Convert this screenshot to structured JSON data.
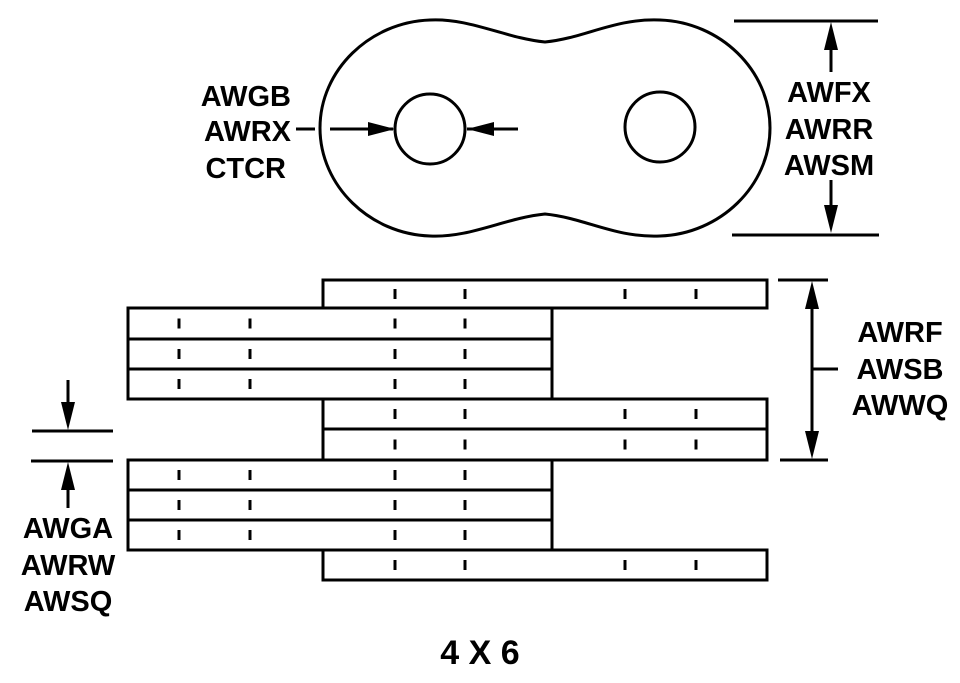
{
  "diagram": {
    "title": "4 X 6",
    "line_color": "#000000",
    "background": "#ffffff",
    "link_view": {
      "pin_diameter_codes": [
        "AWGB",
        "AWRX",
        "CTCR"
      ],
      "link_height_codes": [
        "AWFX",
        "AWRR",
        "AWSM"
      ]
    },
    "side_view": {
      "chain_width_codes": [
        "AWRF",
        "AWSB",
        "AWWQ"
      ],
      "plate_thickness_codes": [
        "AWGA",
        "AWRW",
        "AWSQ"
      ],
      "strands": 4,
      "plates_per_side": 6
    }
  }
}
